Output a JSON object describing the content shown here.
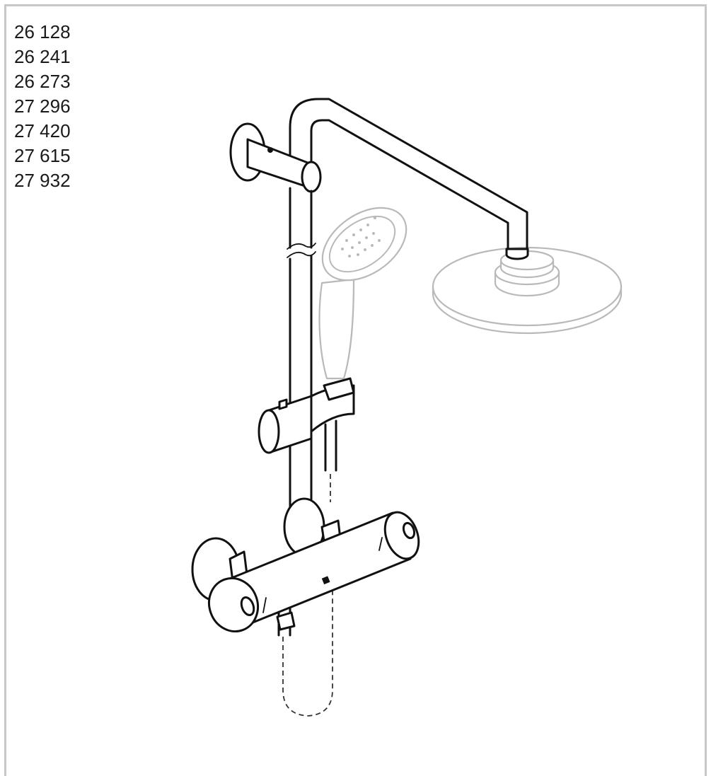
{
  "product_codes": [
    "26 128",
    "26 241",
    "26 273",
    "27 296",
    "27 420",
    "27 615",
    "27 932"
  ],
  "drawing": {
    "subject": "shower-system",
    "parts": [
      "shower-rail",
      "wall-bracket",
      "shower-arm",
      "head-shower",
      "hand-shower",
      "sliding-holder",
      "thermostatic-mixer",
      "hose"
    ]
  }
}
